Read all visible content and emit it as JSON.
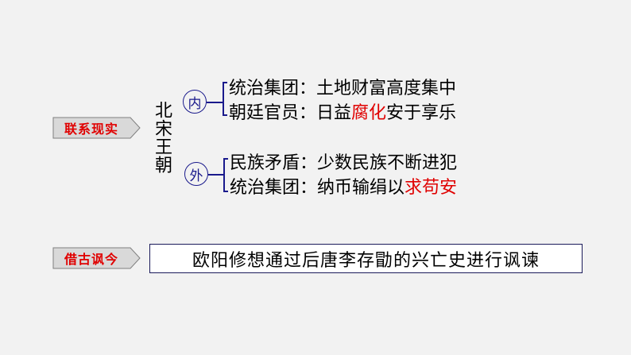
{
  "tags": {
    "reality": "联系现实",
    "history": "借古讽今"
  },
  "dynasty_title": "北宋王朝",
  "groups": [
    {
      "label": "内",
      "lines": [
        {
          "prefix": "统治集团：",
          "normal": "土地财富高度集中",
          "highlight": "",
          "suffix": ""
        },
        {
          "prefix": "朝廷官员：",
          "normal": "日益",
          "highlight": "腐化",
          "suffix": "安于享乐"
        }
      ]
    },
    {
      "label": "外",
      "lines": [
        {
          "prefix": "民族矛盾：",
          "normal": "少数民族不断进犯",
          "highlight": "",
          "suffix": ""
        },
        {
          "prefix": "统治集团：",
          "normal": "纳币输绢以",
          "highlight": "求苟安",
          "suffix": ""
        }
      ]
    }
  ],
  "conclusion": "欧阳修想通过后唐李存勖的兴亡史进行讽谏",
  "colors": {
    "highlight": "#e00000",
    "accent": "#1a1a8c",
    "background": "#f2f2f2"
  }
}
